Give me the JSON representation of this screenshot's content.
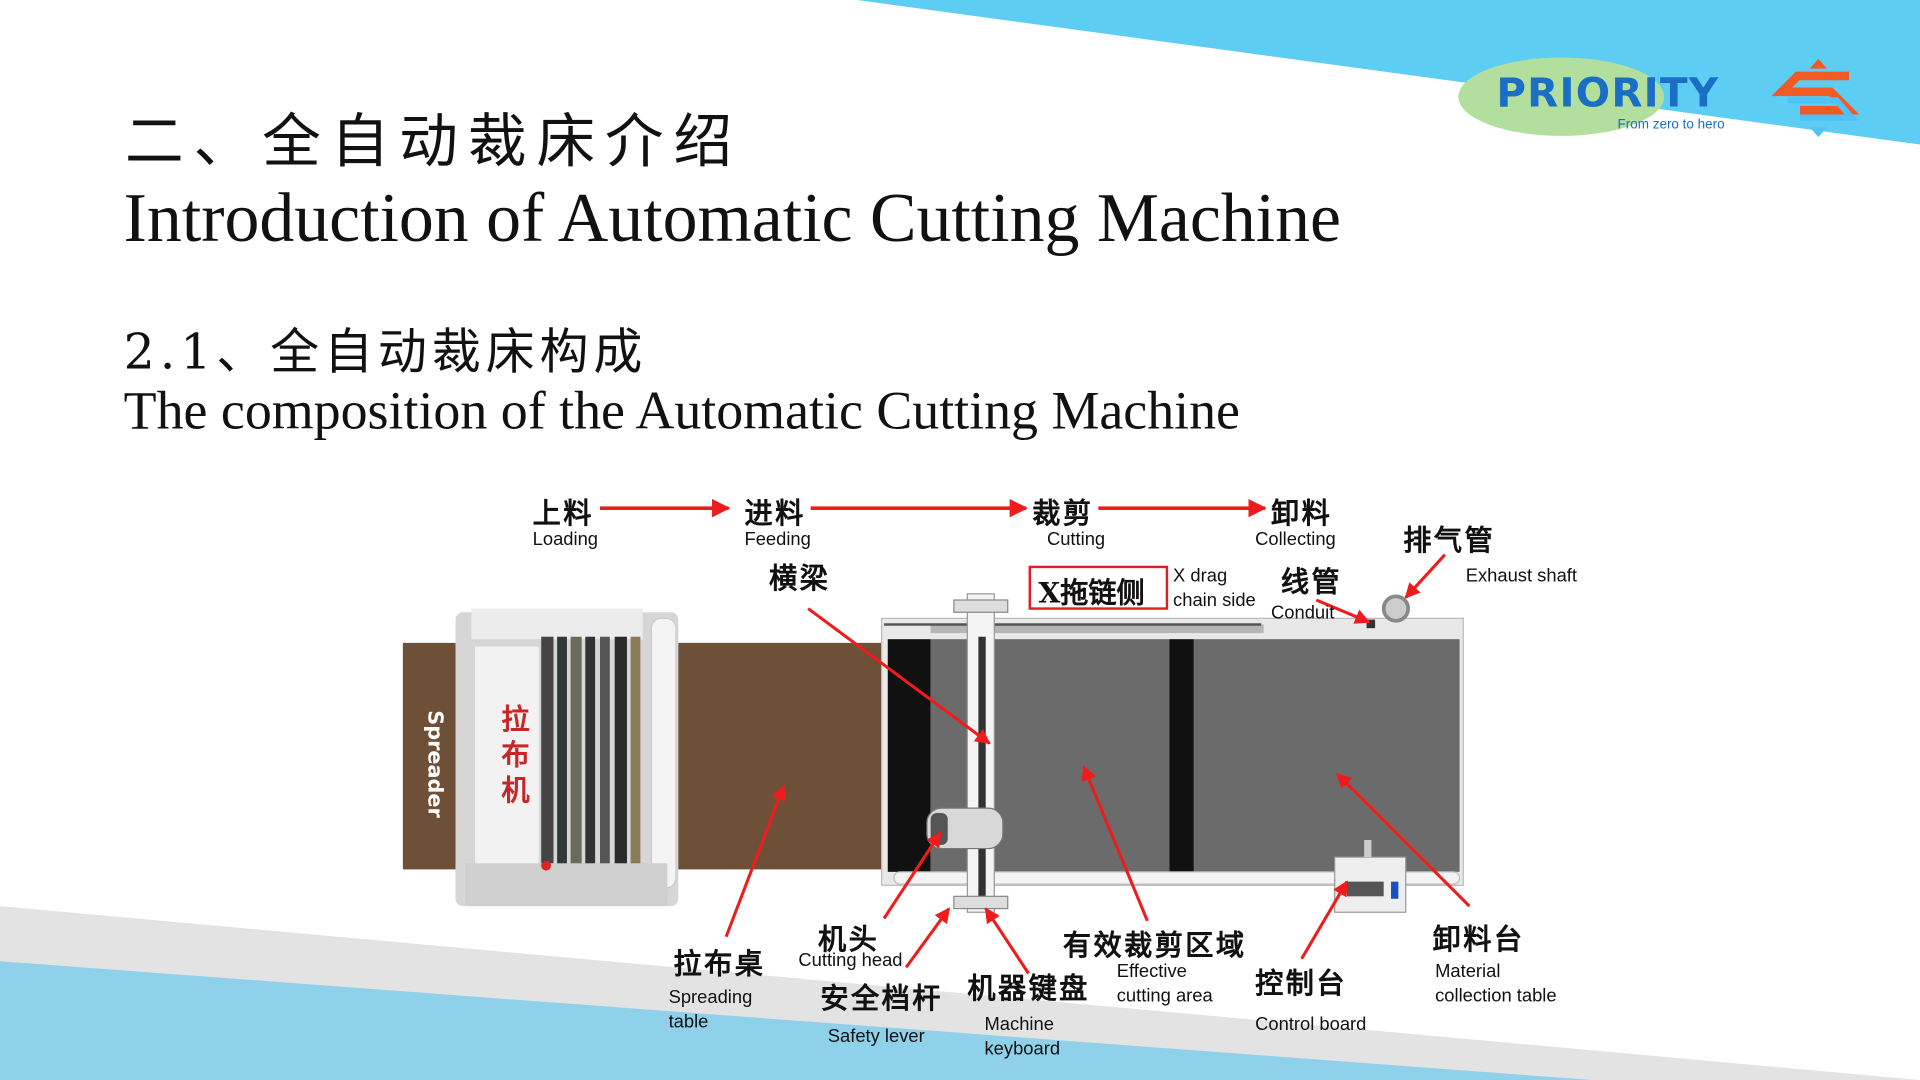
{
  "header": {
    "title_cn": "二、全自动裁床介绍",
    "title_en": "Introduction of Automatic Cutting Machine",
    "subtitle_cn": "2.1、全自动裁床构成",
    "subtitle_en": "The composition of the Automatic Cutting Machine"
  },
  "logo": {
    "name": "PRIORITY",
    "tagline": "From zero to hero"
  },
  "colors": {
    "blue_band": "#5ecdf3",
    "light_blue": "#8fd0ea",
    "logo_text": "#1a6fc4",
    "logo_green": "#b3df9e",
    "arrow_red": "#ee1c1c",
    "fabric_brown": "#6e5039",
    "table_gray": "#6b6b6b"
  },
  "process": [
    {
      "cn": "上料",
      "en": "Loading"
    },
    {
      "cn": "进料",
      "en": "Feeding"
    },
    {
      "cn": "裁剪",
      "en": "Cutting"
    },
    {
      "cn": "卸料",
      "en": "Collecting"
    }
  ],
  "labels": {
    "beam_cn": "横梁",
    "drag_chain_cn": "X拖链侧",
    "drag_chain_en_1": "X drag",
    "drag_chain_en_2": "chain side",
    "conduit_cn": "线管",
    "conduit_en": "Conduit",
    "exhaust_cn": "排气管",
    "exhaust_en": "Exhaust shaft",
    "spreader_en": "Spreader",
    "spreader_cn": "拉布机",
    "spreading_table_cn": "拉布桌",
    "spreading_table_en_1": "Spreading",
    "spreading_table_en_2": "table",
    "cutting_head_cn": "机头",
    "cutting_head_en": "Cutting head",
    "safety_lever_cn": "安全档杆",
    "safety_lever_en": "Safety lever",
    "keyboard_cn": "机器键盘",
    "keyboard_en_1": "Machine",
    "keyboard_en_2": "keyboard",
    "effective_cn": "有效裁剪区域",
    "effective_en_1": "Effective",
    "effective_en_2": "cutting area",
    "control_cn": "控制台",
    "control_en": "Control board",
    "collection_cn": "卸料台",
    "collection_en_1": "Material",
    "collection_en_2": "collection table"
  }
}
